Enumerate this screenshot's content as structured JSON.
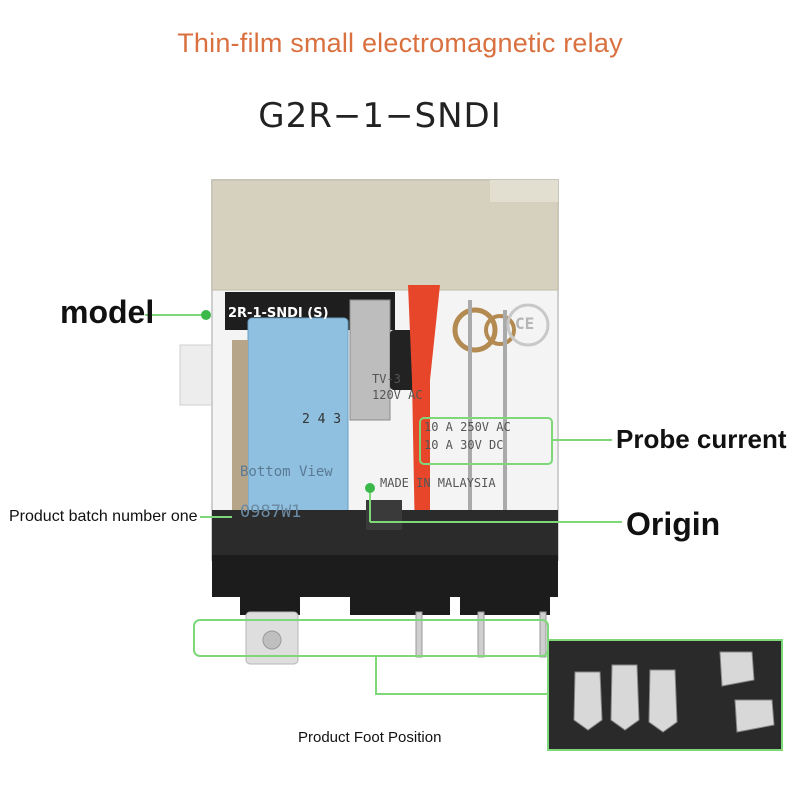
{
  "title": "Thin-film small electromagnetic relay",
  "model_code": "G2R−1−SNDI",
  "callouts": {
    "model": "model",
    "probe_current": "Probe current",
    "origin": "Origin",
    "batch": "Product batch number one",
    "foot": "Product Foot Position"
  },
  "relay_print": {
    "model_label": "2R-1-SNDI (S)",
    "tv_rating": "TV-3",
    "voltage_rating": "120V AC",
    "pins": "2 4 3",
    "bottom_view": "Bottom View",
    "batch_code": "0987W1",
    "current_ac": "10 A 250V AC",
    "current_dc": "10 A 30V DC",
    "origin_text": "MADE IN MALAYSIA",
    "ce_mark": "CE"
  },
  "colors": {
    "title": "#d9703f",
    "callout_line": "#7ed87a",
    "case_top": "#d6d1bf",
    "coil": "#8fc0e0",
    "base": "#1c1c1c",
    "actuator": "#e8462a"
  }
}
